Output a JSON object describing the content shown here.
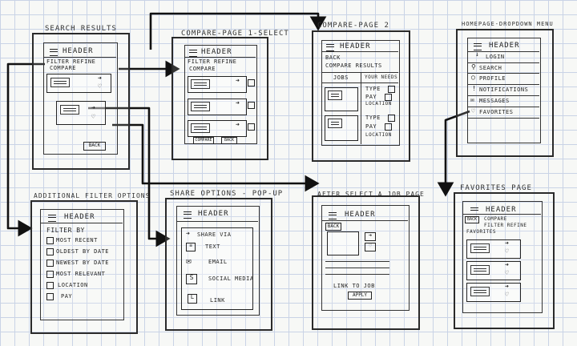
{
  "titles": {
    "search_results": "Search Results",
    "compare1": "Compare-Page 1-Select",
    "compare2": "Compare-Page 2",
    "menu": "Homepage-Dropdown Menu",
    "filters": "Additional Filter Options",
    "share": "Share Options - Pop-up",
    "after_select": "After Select a Job Page",
    "favorites": "Favorites Page"
  },
  "common": {
    "header": "Header",
    "back": "Back",
    "compare": "Compare",
    "filter_refine": "Filter Refine"
  },
  "compare2": {
    "back": "Back",
    "compare_results": "Compare Results",
    "col_job": "Jobs",
    "col_needs": "Your Needs",
    "type": "Type",
    "pay": "Pay",
    "location": "Location"
  },
  "menu": {
    "items": [
      "Login",
      "Search",
      "Profile",
      "Notifications",
      "Messages",
      "Favorites"
    ]
  },
  "filters": {
    "heading": "Filter By",
    "options": [
      "Most Recent",
      "Oldest by Date",
      "Newest by Date",
      "Most Relevant",
      "Location",
      "Pay"
    ]
  },
  "share": {
    "items": [
      "Share Via",
      "Text",
      "Email",
      "Social Media",
      "Link"
    ]
  },
  "after_select": {
    "back": "Back",
    "link": "Link to Job",
    "apply": "Apply"
  },
  "favorites": {
    "back": "Back",
    "compare": "Compare",
    "filter": "Filter Refine",
    "sub": "Favorites"
  }
}
